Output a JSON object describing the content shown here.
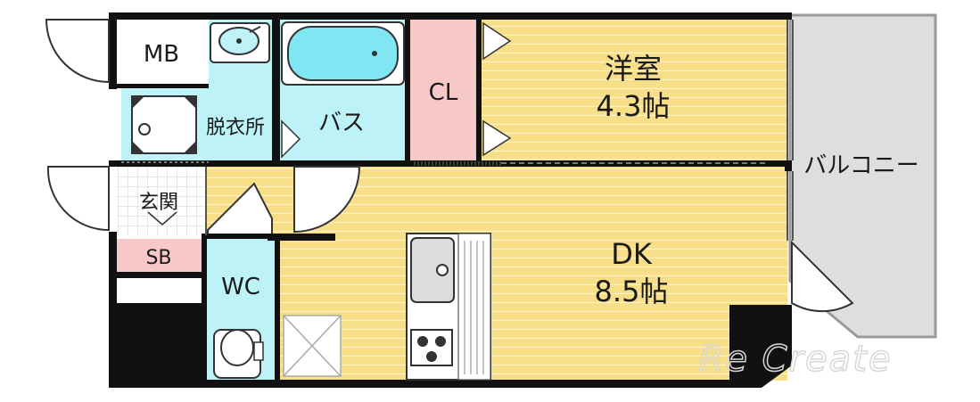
{
  "rooms": {
    "mb": "MB",
    "dressing": "脱衣所",
    "bath": "バス",
    "closet": "CL",
    "western_name": "洋室",
    "western_size": "4.3帖",
    "balcony": "バルコニー",
    "entrance": "玄関",
    "shoe_box": "SB",
    "toilet": "WC",
    "dk_name": "DK",
    "dk_size": "8.5帖"
  },
  "watermark": "Re Create",
  "colors": {
    "floor": "#f7df8a",
    "floor_line": "#ffffff",
    "water": "#bdf2f7",
    "closet": "#f7c8c8",
    "balcony": "#dedede",
    "wall": "#111111"
  },
  "icons": [
    "washbasin-icon",
    "bathtub-icon",
    "washing-machine-pan-icon",
    "sink-icon",
    "stove-icon",
    "toilet-icon",
    "door-swing-icon"
  ]
}
